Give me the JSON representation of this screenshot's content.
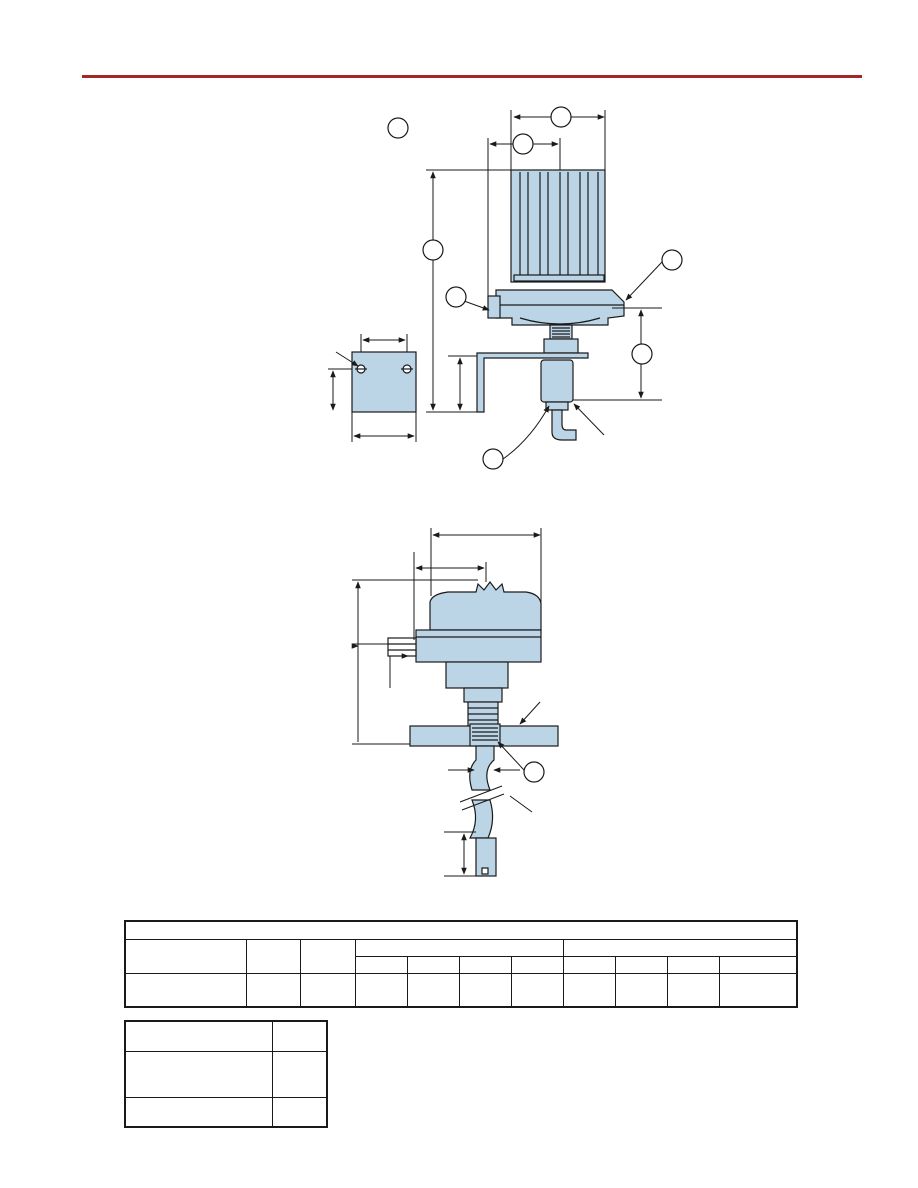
{
  "header": {
    "accent_color": "#a3262b"
  },
  "drawing": {
    "fill_color": "#bcd5e6",
    "line_color": "#1a1a1a"
  },
  "tables": {
    "main": {
      "rows": 3,
      "columns": 11
    },
    "small": {
      "rows": 3,
      "columns": 2
    }
  }
}
